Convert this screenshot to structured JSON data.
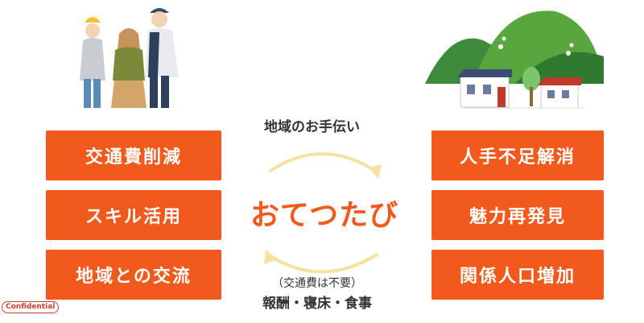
{
  "left_boxes": [
    "交通費削減",
    "スキル活用",
    "地域との交流"
  ],
  "right_boxes": [
    "人手不足解消",
    "魅力再発見",
    "関係人口増加"
  ],
  "center": {
    "title": "おてつたび",
    "top_label": "地域のお手伝い",
    "bottom_note": "（交通費は不要）",
    "bottom_label": "報酬・寝床・食事"
  },
  "badge": "Confidential",
  "colors": {
    "accent": "#f25a1d",
    "arrow": "#f5e2a0",
    "text": "#333333"
  },
  "icons": {
    "left": "travelers-illustration",
    "right": "village-mountain-illustration"
  }
}
